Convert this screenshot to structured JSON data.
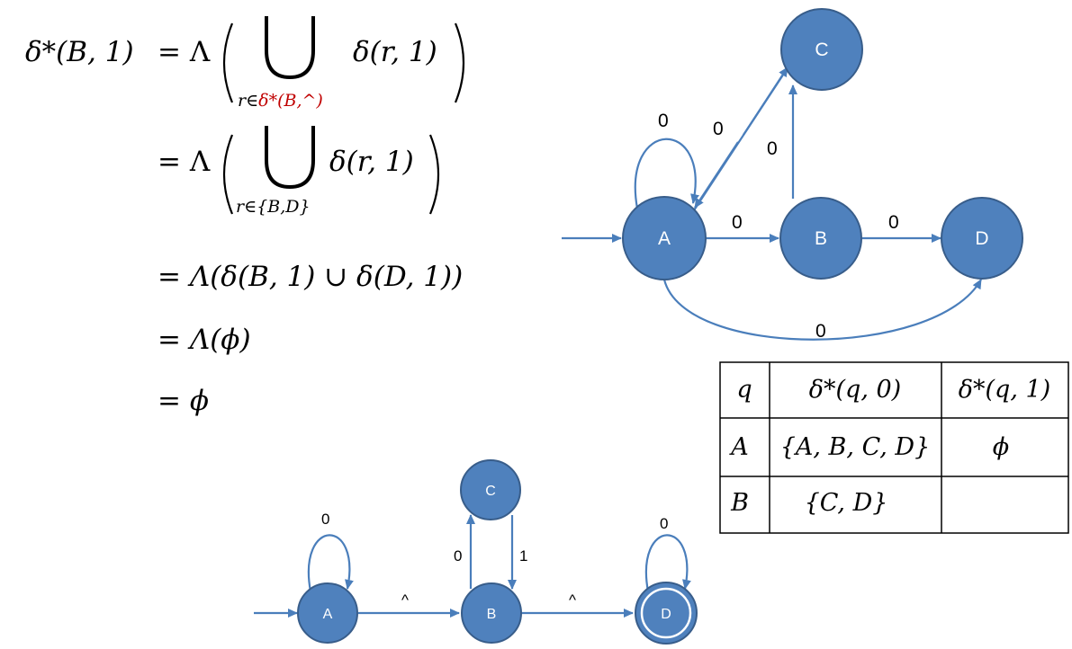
{
  "derivation": {
    "lhs": "δ*(B, 1)",
    "line1": {
      "eq": "= Λ",
      "term": "δ(r, 1)",
      "sub_prefix": "r∈",
      "sub_highlight": "δ*(B,^)",
      "highlight_color": "#c00000"
    },
    "line2": {
      "eq": "= Λ",
      "term": "δ(r, 1)",
      "sub": "r∈{B,D}"
    },
    "line3": "= Λ(δ(B, 1) ∪ δ(D, 1))",
    "line4": "= Λ(ϕ)",
    "line5": "= ϕ"
  },
  "top_diagram": {
    "nodes": [
      "A",
      "B",
      "C",
      "D"
    ],
    "start_state": "A",
    "edges": [
      {
        "from": "A",
        "to": "A",
        "label": "0"
      },
      {
        "from": "A",
        "to": "C",
        "label": "0"
      },
      {
        "from": "B",
        "to": "C",
        "label": "0"
      },
      {
        "from": "A",
        "to": "B",
        "label": "0"
      },
      {
        "from": "B",
        "to": "D",
        "label": "0"
      },
      {
        "from": "A",
        "to": "D",
        "label": "0"
      }
    ]
  },
  "table": {
    "headers": [
      "q",
      "δ*(q, 0)",
      "δ*(q, 1)"
    ],
    "rows": [
      [
        "A",
        "{A, B, C, D}",
        "ϕ"
      ],
      [
        "B",
        "{C, D}",
        ""
      ]
    ]
  },
  "bottom_diagram": {
    "nodes": [
      "A",
      "B",
      "C",
      "D"
    ],
    "start_state": "A",
    "accept_state": "D",
    "edges": [
      {
        "from": "A",
        "to": "A",
        "label": "0"
      },
      {
        "from": "A",
        "to": "B",
        "label": "^"
      },
      {
        "from": "B",
        "to": "C",
        "label": "0"
      },
      {
        "from": "C",
        "to": "B",
        "label": "1"
      },
      {
        "from": "B",
        "to": "D",
        "label": "^"
      },
      {
        "from": "D",
        "to": "D",
        "label": "0"
      }
    ]
  },
  "colors": {
    "node_fill": "#4f81bd",
    "edge": "#4a7ebb",
    "highlight": "#c00000"
  }
}
